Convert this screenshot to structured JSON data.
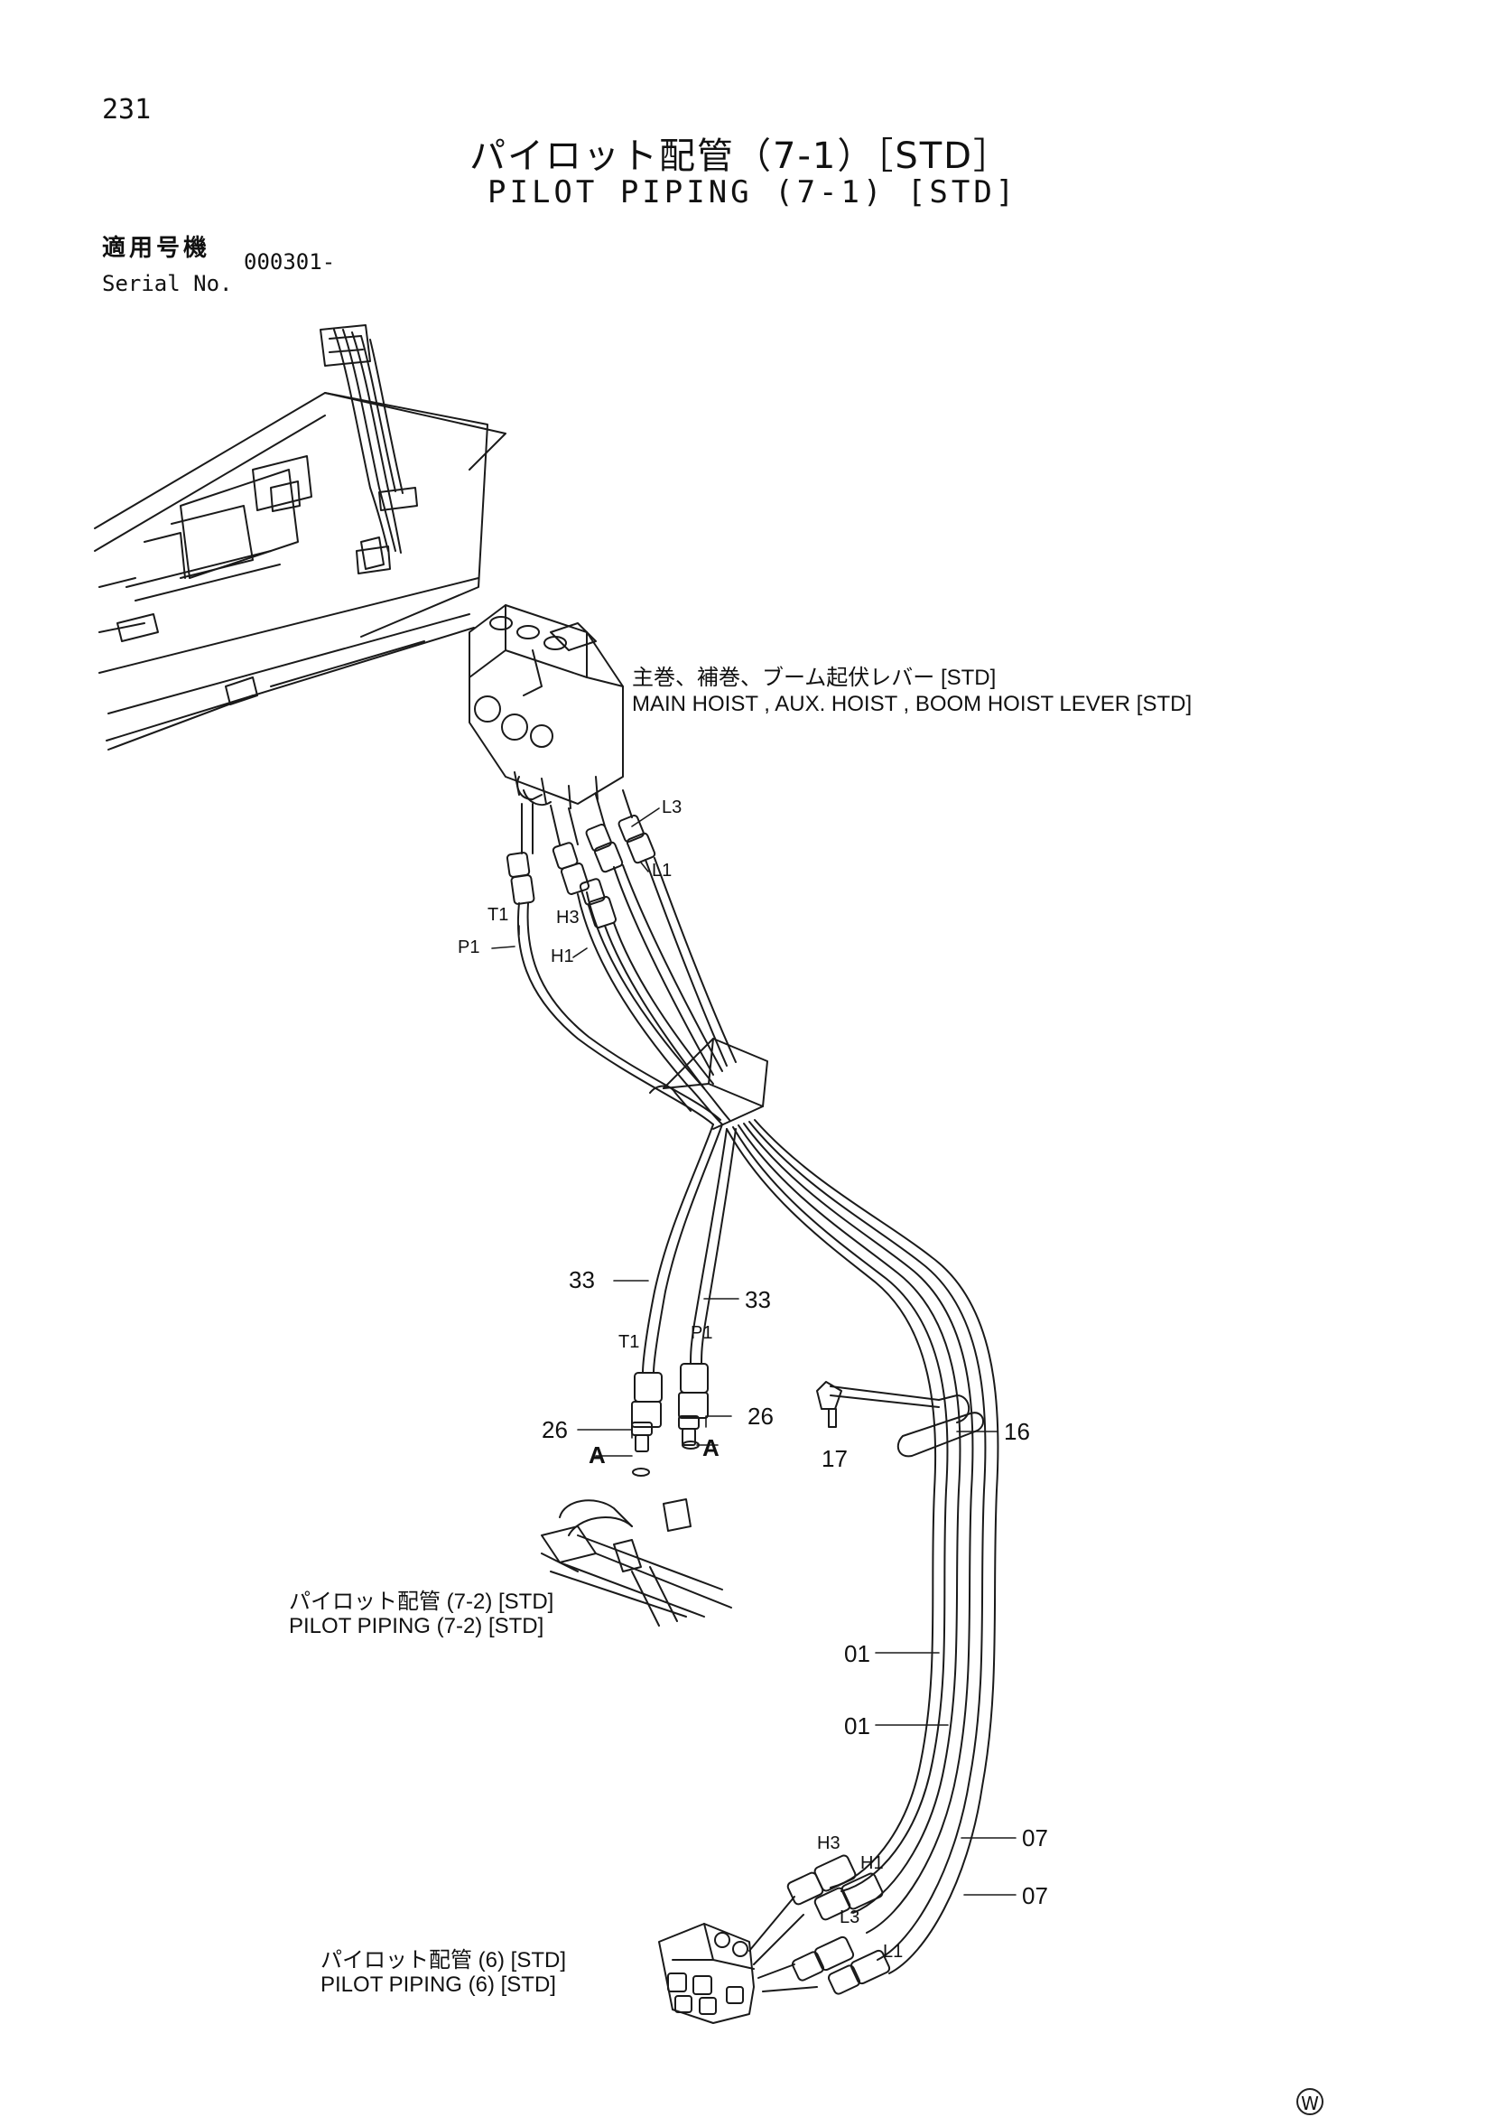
{
  "page": {
    "number": "231",
    "title_ja": "パイロット配管（7-1）［STD］",
    "title_en": "PILOT PIPING (7-1) [STD]",
    "serial_label_ja": "適用号機",
    "serial_label_en": "Serial No.",
    "serial_value": "000301-"
  },
  "callouts": {
    "lever_ja": "主巻、補巻、ブーム起伏レバー [STD]",
    "lever_en": "MAIN HOIST , AUX. HOIST , BOOM HOIST LEVER [STD]",
    "piping72_ja": "パイロット配管 (7-2) [STD]",
    "piping72_en": "PILOT PIPING (7-2) [STD]",
    "piping6_ja": "パイロット配管 (6) [STD]",
    "piping6_en": "PILOT PIPING (6) [STD]"
  },
  "port_labels": {
    "L3_top": "L3",
    "L1_top": "L1",
    "T1_top": "T1",
    "H3_top": "H3",
    "P1_top": "P1",
    "H1_top": "H1",
    "T1_mid": "T1",
    "P1_mid": "P1",
    "A_left": "A",
    "A_right": "A",
    "H3_bot": "H3",
    "H1_bot": "H1",
    "L3_bot": "L3",
    "L1_bot": "L1"
  },
  "part_numbers": {
    "p33_left": "33",
    "p33_right": "33",
    "p26_left": "26",
    "p26_right": "26",
    "p16": "16",
    "p17": "17",
    "p01_upper": "01",
    "p01_lower": "01",
    "p07_upper": "07",
    "p07_lower": "07"
  },
  "stamp": "W"
}
